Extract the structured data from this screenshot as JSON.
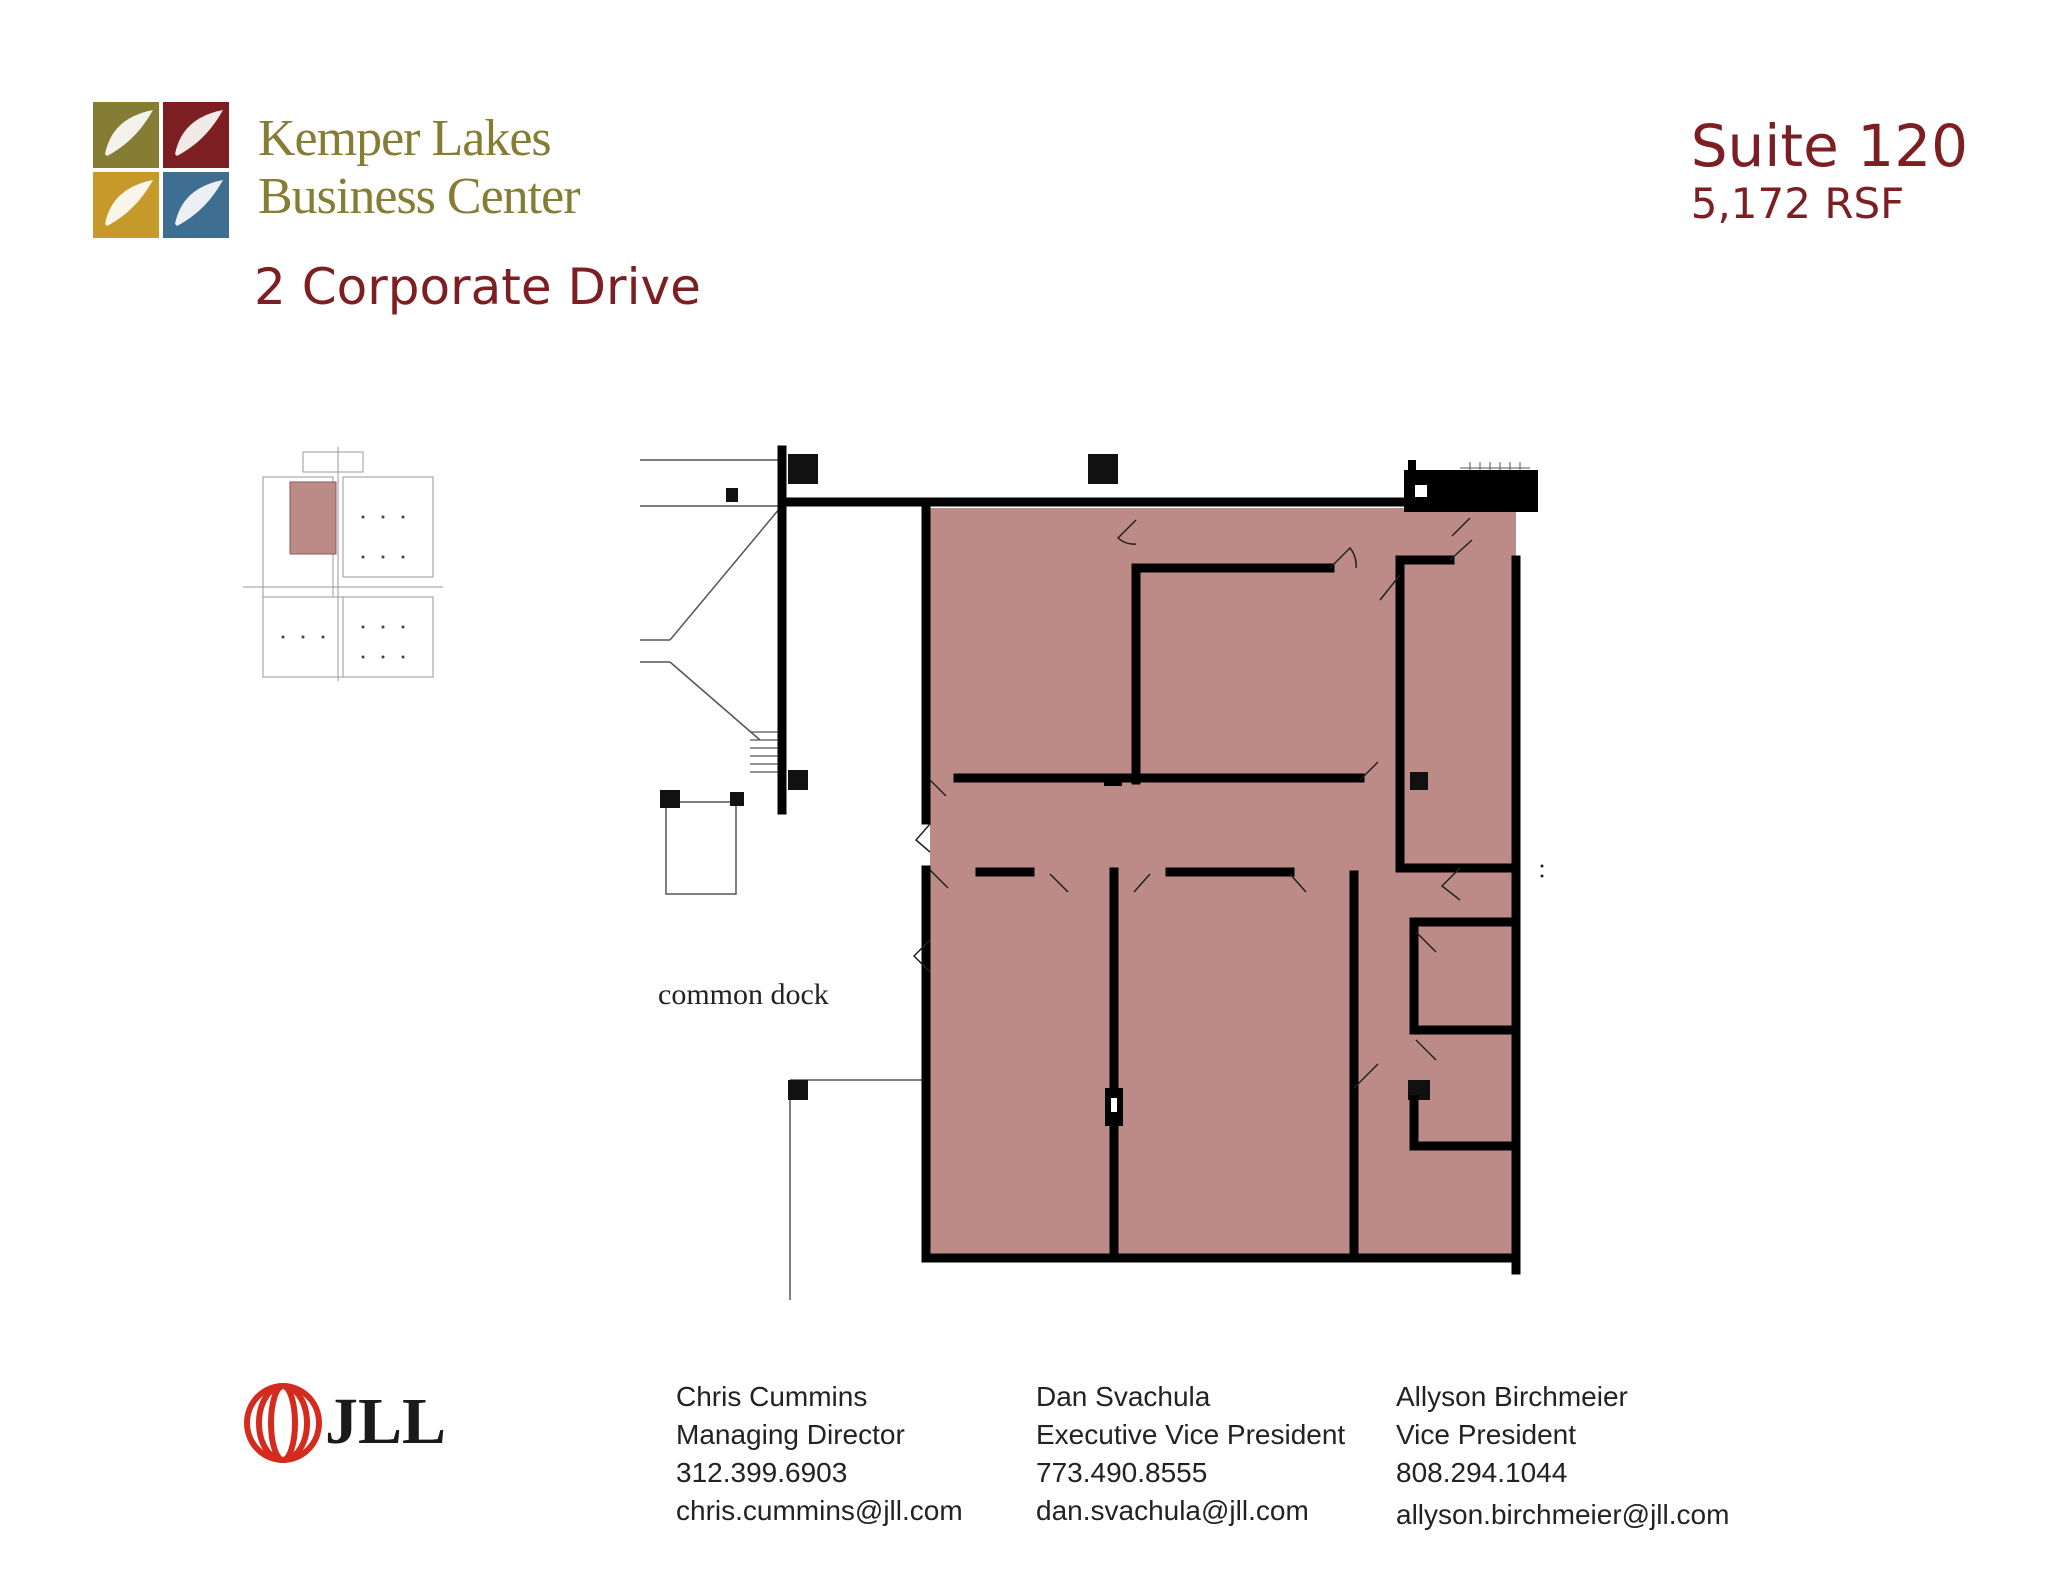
{
  "brand": {
    "name_line1": "Kemper Lakes",
    "name_line2": "Business Center",
    "tile_colors": [
      "#857d33",
      "#7d1e22",
      "#c59a2a",
      "#3e6e91"
    ]
  },
  "address": "2 Corporate Drive",
  "suite": {
    "title": "Suite 120",
    "area": "5,172 RSF"
  },
  "floor_plan": {
    "label": "common dock",
    "fill_color": "#bc8b87"
  },
  "broker": {
    "logo_text": "JLL",
    "logo_color": "#d52b1e"
  },
  "contacts": [
    {
      "name": "Chris Cummins",
      "title": "Managing Director",
      "phone": "312.399.6903",
      "email": "chris.cummins@jll.com"
    },
    {
      "name": "Dan Svachula",
      "title": "Executive Vice President",
      "phone": "773.490.8555",
      "email": "dan.svachula@jll.com"
    },
    {
      "name": "Allyson Birchmeier",
      "title": "Vice President",
      "phone": "808.294.1044",
      "email": "allyson.birchmeier@jll.com"
    }
  ]
}
